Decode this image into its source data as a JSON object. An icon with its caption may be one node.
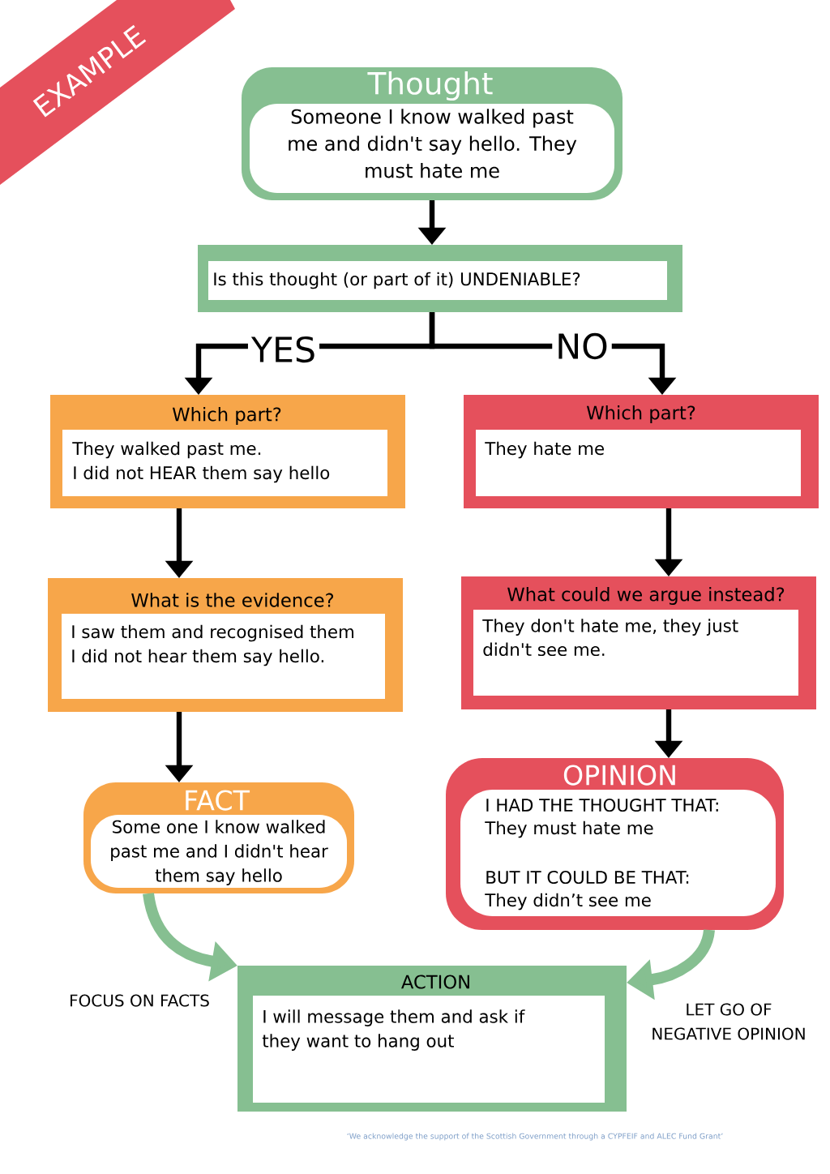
{
  "diagram": {
    "nodes": [
      {
        "text": [
          "Thought",
          "Someone I know walked past me and didn't say hello. They must hate me"
        ]
      },
      {
        "text": [
          "Is this thought (or part of it) UNDENIABLE?"
        ]
      },
      {
        "text": [
          "Which part?",
          "They walked past me.",
          "I did not HEAR them say hello"
        ]
      },
      {
        "text": [
          "Which part?",
          "They hate me"
        ]
      },
      {
        "text": [
          "What is the evidence?",
          "I saw them and recognised them",
          "I did not hear them say hello."
        ]
      },
      {
        "text": [
          "What could we argue instead?",
          "They don't hate me, they just didn't see me."
        ]
      },
      {
        "text": [
          "FACT",
          "Some one I know walked past me and I didn't hear them say hello"
        ]
      },
      {
        "text": [
          "OPINION",
          "I HAD THE THOUGHT THAT:",
          "They must hate me",
          "BUT IT COULD BE THAT:",
          "They didn’t see me"
        ]
      },
      {
        "text": [
          "ACTION",
          "I will message them and ask if they want to hang out"
        ]
      }
    ],
    "edges": [
      {
        "from": 0,
        "to": 1,
        "arrow": "to"
      },
      {
        "from": 1,
        "to": 2,
        "arrow": "to",
        "label": "YES"
      },
      {
        "from": 1,
        "to": 3,
        "arrow": "to",
        "label": "NO"
      },
      {
        "from": 2,
        "to": 4,
        "arrow": "to"
      },
      {
        "from": 3,
        "to": 5,
        "arrow": "to"
      },
      {
        "from": 4,
        "to": 6,
        "arrow": "to"
      },
      {
        "from": 5,
        "to": 7,
        "arrow": "to"
      },
      {
        "from": 6,
        "to": 8,
        "arrow": "to",
        "label": "FOCUS ON FACTS",
        "style": "thick",
        "color": "#86bf91"
      },
      {
        "from": 7,
        "to": 8,
        "arrow": "to",
        "label": "LET GO OF NEGATIVE OPINION",
        "style": "thick",
        "color": "#86bf91"
      }
    ],
    "labels": [
      "EXAMPLE",
      "‘We acknowledge the support of the Scottish Government through a CYPFEIF and ALEC Fund Grant’"
    ]
  }
}
